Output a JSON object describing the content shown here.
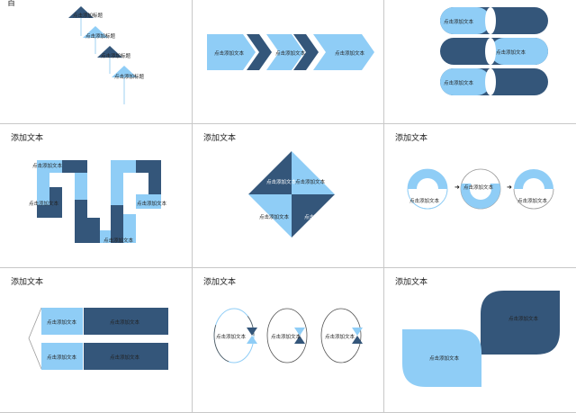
{
  "colors": {
    "dark": "#34567a",
    "light": "#8fcdf6",
    "line": "#9c9c9c",
    "border": "#c8c8c8"
  },
  "panels": {
    "p1": {
      "title": "百",
      "labels": [
        "点击添加标题",
        "点击添加标题",
        "点击添加标题",
        "点击添加标题"
      ]
    },
    "p2": {
      "labels": [
        "点击添加文本",
        "点击添加文本",
        "点击添加文本"
      ]
    },
    "p3": {
      "labels": [
        "点击添加文本",
        "点击添加文本",
        "点击添加文本"
      ]
    },
    "p4": {
      "title": "添加文本",
      "labels": [
        "点击添加文本",
        "点击添加文本",
        "点击添加文本",
        "点击添加文本"
      ]
    },
    "p5": {
      "title": "添加文本",
      "labels": [
        "点击添加文本",
        "点击添加文本",
        "点击添加文本",
        "点击添加文本"
      ]
    },
    "p6": {
      "title": "添加文本",
      "labels": [
        "点击添加文本",
        "点击添加文本",
        "点击添加文本"
      ],
      "arrow": "➜"
    },
    "p7": {
      "title": "添加文本",
      "labels": [
        "点击添加文本",
        "点击添加文本",
        "点击添加文本",
        "点击添加文本"
      ]
    },
    "p8": {
      "title": "添加文本",
      "labels": [
        "点击添加文本",
        "点击添加文本",
        "点击添加文本"
      ]
    },
    "p9": {
      "title": "添加文本",
      "labels": [
        "点击添加文本",
        "点击添加文本"
      ]
    }
  }
}
